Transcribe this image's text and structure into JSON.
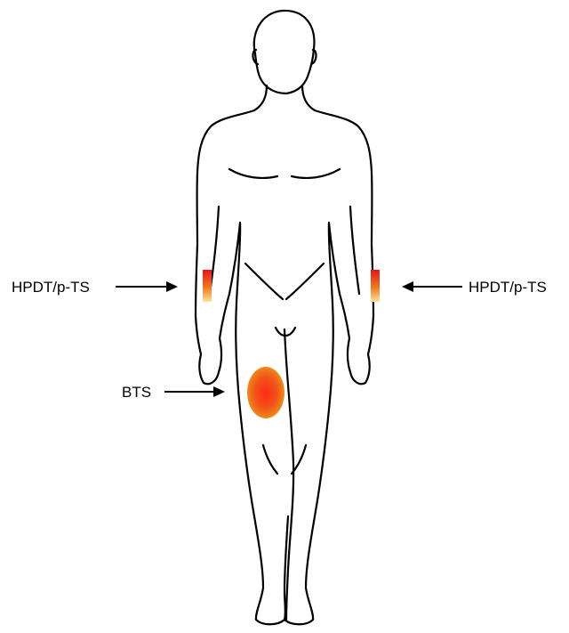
{
  "labels": {
    "left_site": "HPDT/p-TS",
    "right_site": "HPDT/p-TS",
    "thigh_site": "BTS"
  },
  "colors": {
    "outline": "#000000",
    "marker_hot": "#e8141c",
    "marker_mid": "#f07a1c",
    "marker_light": "#fbe39a",
    "thigh_center": "#ff2a12",
    "thigh_edge": "#ee8a18"
  }
}
